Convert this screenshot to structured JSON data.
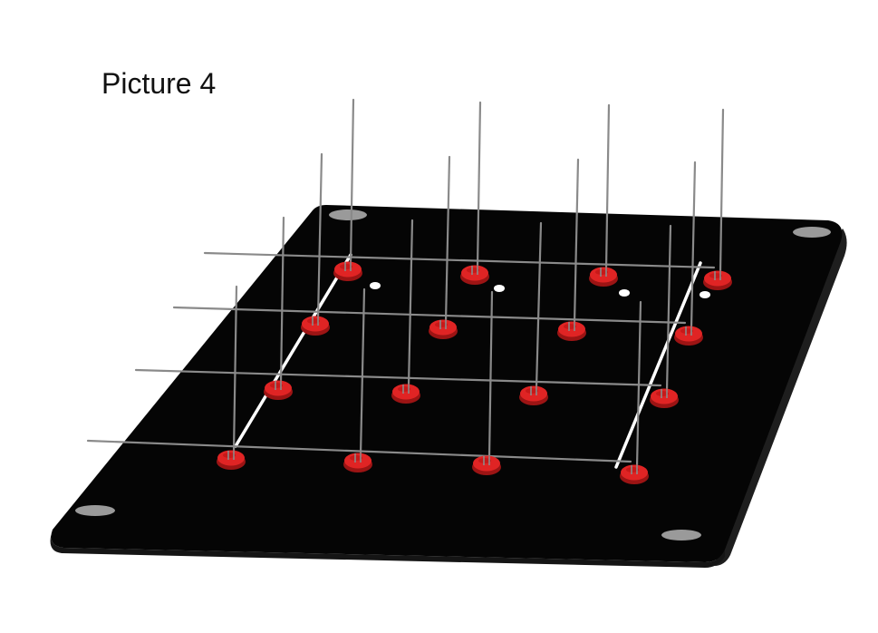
{
  "caption": "Picture 4",
  "colors": {
    "board": "#050505",
    "board_edge": "#1c1c1c",
    "mount_hole": "#9a9a9a",
    "led_red": "#e02424",
    "led_dark": "#9c1414",
    "led_pad": "#c41818",
    "wire": "#8a8a8a",
    "rail": "#ffffff",
    "marker": "#ffffff"
  },
  "diagram": {
    "led_rows": 4,
    "led_cols": 4,
    "mount_holes": 4,
    "markers": 4,
    "rails": 2
  }
}
